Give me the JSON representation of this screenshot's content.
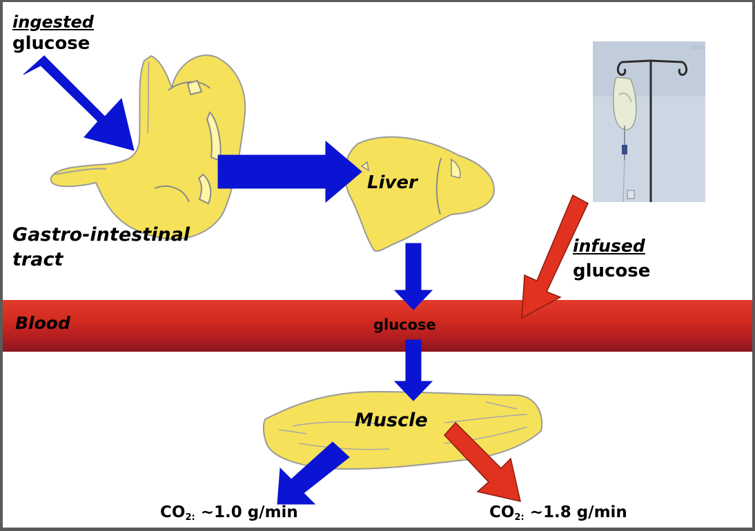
{
  "labels": {
    "ingested": "ingested",
    "glucose_top": "glucose",
    "gi_line1": "Gastro-intestinal",
    "gi_line2": "tract",
    "liver": "Liver",
    "infused": "infused",
    "glucose_infused": "glucose",
    "blood": "Blood",
    "glucose_blood": "glucose",
    "muscle": "Muscle",
    "co2_left_prefix": "CO",
    "co2_left_sub": "2:",
    "co2_left_value": " ~1.0 g/min",
    "co2_right_prefix": "CO",
    "co2_right_sub": "2:",
    "co2_right_value": " ~1.8 g/min",
    "photo_watermark": "corbis"
  },
  "colors": {
    "arrow_blue": "#0a14d2",
    "arrow_red": "#e0321e",
    "organ_fill": "#f5e15a",
    "blood": "#c8241f"
  },
  "icons": [
    "stomach-icon",
    "liver-icon",
    "muscle-icon",
    "iv-bag-icon"
  ]
}
